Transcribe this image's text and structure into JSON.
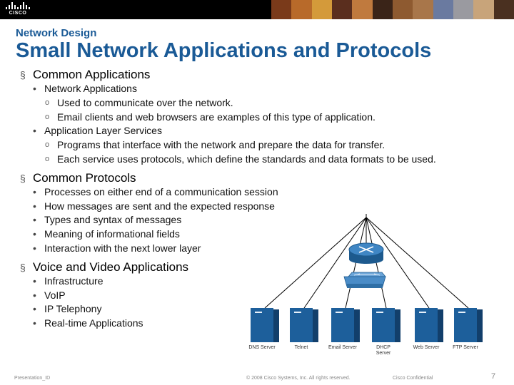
{
  "banner": {
    "logo_text": "CISCO"
  },
  "header": {
    "subtitle": "Network Design",
    "title": "Small Network Applications and Protocols"
  },
  "sections": [
    {
      "heading": "Common Applications",
      "items": [
        {
          "text": "Network Applications",
          "subs": [
            "Used to communicate over the network.",
            "Email clients and web browsers are examples of this type of application."
          ]
        },
        {
          "text": "Application Layer Services",
          "subs": [
            "Programs that interface with the network and prepare the data for transfer.",
            "Each service uses protocols, which define the standards and data formats to be used."
          ]
        }
      ]
    },
    {
      "heading": "Common Protocols",
      "items": [
        {
          "text": "Processes on either end of a communication session"
        },
        {
          "text": "How messages are sent and the expected response"
        },
        {
          "text": "Types and syntax of messages"
        },
        {
          "text": "Meaning of informational fields"
        },
        {
          "text": "Interaction with the next lower layer"
        }
      ]
    },
    {
      "heading": "Voice and Video Applications",
      "items": [
        {
          "text": "Infrastructure"
        },
        {
          "text": "VoIP"
        },
        {
          "text": "IP Telephony"
        },
        {
          "text": "Real-time Applications"
        }
      ]
    }
  ],
  "diagram": {
    "servers": [
      "DNS Server",
      "Telnet",
      "Email Server",
      "DHCP Server",
      "Web Server",
      "FTP Server"
    ],
    "colors": {
      "router": "#2f6fa6",
      "switch": "#4a8cc7",
      "server": "#1d5f9b",
      "link": "#000000"
    }
  },
  "footer": {
    "presentation_id": "Presentation_ID",
    "copyright": "© 2008 Cisco Systems, Inc. All rights reserved.",
    "confidential": "Cisco Confidential",
    "page_number": "7"
  }
}
